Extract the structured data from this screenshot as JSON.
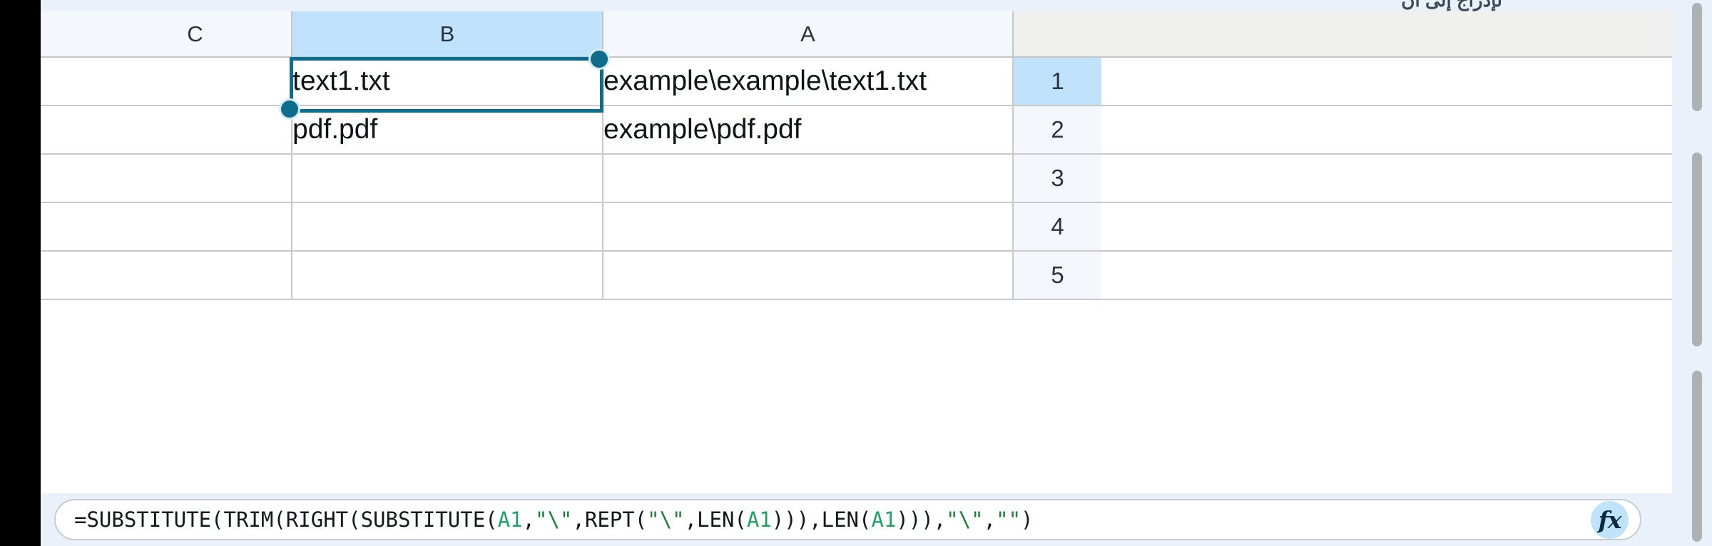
{
  "app": {
    "type": "spreadsheet",
    "direction": "rtl",
    "top_strip_text": "لإدراج إلى أن",
    "colors": {
      "selection_border": "#0e6d8c",
      "header_highlight": "#c0e2fc",
      "header_background": "#f4f8fd",
      "grid_line": "#c9c9c9",
      "formula_bar_background": "#eaf1fb",
      "fx_button_background": "#bfe3fb",
      "cell_reference_token": "#1ba561",
      "string_literal_token": "#1a7f37",
      "system_bar": "#000000"
    }
  },
  "grid": {
    "column_headers": [
      "C",
      "B",
      "A"
    ],
    "selected_column": "B",
    "row_headers": [
      "1",
      "2",
      "3",
      "4",
      "5"
    ],
    "selected_row": "1",
    "selected_cell": "B1",
    "rows": [
      {
        "row": "1",
        "C": "",
        "B": "text1.txt",
        "A": "example\\example\\text1.txt"
      },
      {
        "row": "2",
        "C": "",
        "B": "pdf.pdf",
        "A": "example\\pdf.pdf"
      },
      {
        "row": "3",
        "C": "",
        "B": "",
        "A": ""
      },
      {
        "row": "4",
        "C": "",
        "B": "",
        "A": ""
      },
      {
        "row": "5",
        "C": "",
        "B": "",
        "A": ""
      }
    ]
  },
  "formula_bar": {
    "value": "=SUBSTITUTE(TRIM(RIGHT(SUBSTITUTE(A1,\"\\\",REPT(\"\\\",LEN(A1))),LEN(A1))),\"\\\",\"\")",
    "tokens": [
      {
        "text": "=SUBSTITUTE(TRIM(RIGHT(SUBSTITUTE(",
        "type": "plain"
      },
      {
        "text": "A1",
        "type": "ref"
      },
      {
        "text": ",",
        "type": "plain"
      },
      {
        "text": "\"\\\"",
        "type": "str"
      },
      {
        "text": ",REPT(",
        "type": "plain"
      },
      {
        "text": "\"\\\"",
        "type": "str"
      },
      {
        "text": ",LEN(",
        "type": "plain"
      },
      {
        "text": "A1",
        "type": "ref"
      },
      {
        "text": "))),LEN(",
        "type": "plain"
      },
      {
        "text": "A1",
        "type": "ref"
      },
      {
        "text": "))),",
        "type": "plain"
      },
      {
        "text": "\"\\\"",
        "type": "str"
      },
      {
        "text": ",",
        "type": "plain"
      },
      {
        "text": "\"\"",
        "type": "str"
      },
      {
        "text": ")",
        "type": "plain"
      }
    ],
    "fx_label": "fx"
  }
}
